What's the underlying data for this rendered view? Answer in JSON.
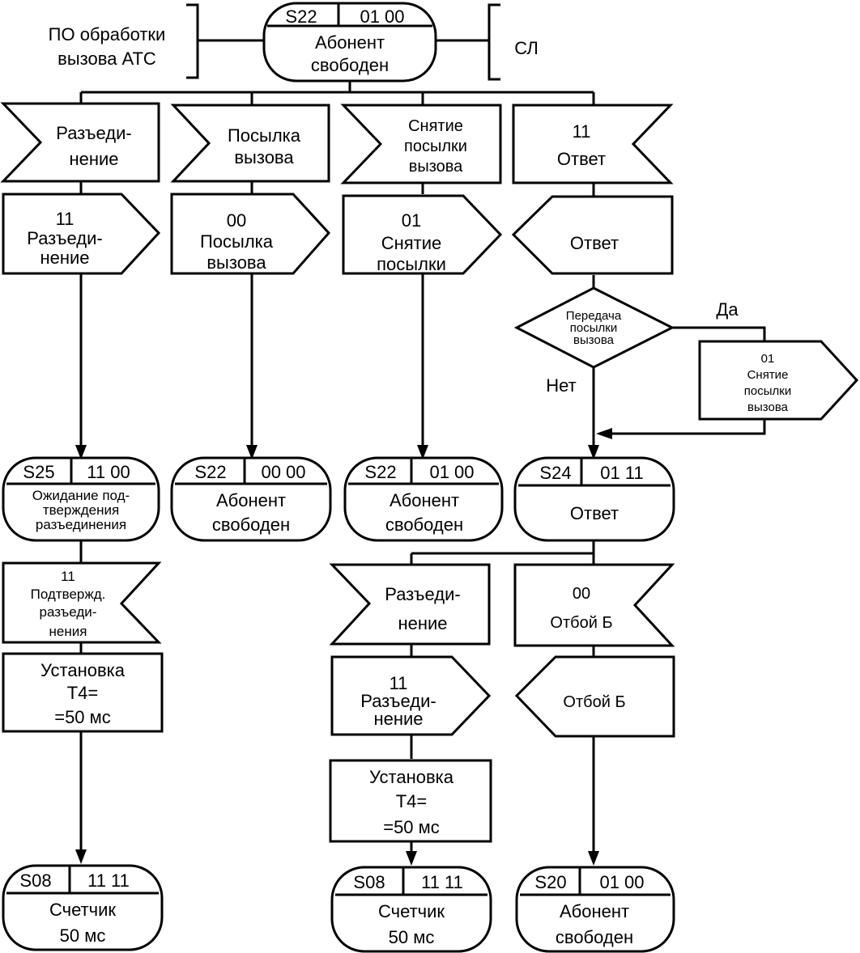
{
  "diagram": {
    "labels": {
      "po": [
        "ПО обработки",
        "вызова АТС"
      ],
      "sl": "СЛ",
      "yes": "Да",
      "no": "Нет"
    },
    "states": {
      "top": {
        "id": "S22",
        "code": "01 00",
        "lines": [
          "Абонент",
          "свободен"
        ]
      },
      "s25": {
        "id": "S25",
        "code": "11 00",
        "lines": [
          "Ожидание под-",
          "тверждения",
          "разъединения"
        ]
      },
      "s22a": {
        "id": "S22",
        "code": "00 00",
        "lines": [
          "Абонент",
          "свободен"
        ]
      },
      "s22b": {
        "id": "S22",
        "code": "01 00",
        "lines": [
          "Абонент",
          "свободен"
        ]
      },
      "s24": {
        "id": "S24",
        "code": "01 11",
        "lines": [
          "Ответ"
        ]
      },
      "s08a": {
        "id": "S08",
        "code": "11 11",
        "lines": [
          "Счетчик",
          "50 мс"
        ]
      },
      "s08b": {
        "id": "S08",
        "code": "11 11",
        "lines": [
          "Счетчик",
          "50 мс"
        ]
      },
      "s20": {
        "id": "S20",
        "code": "01 00",
        "lines": [
          "Абонент",
          "свободен"
        ]
      }
    },
    "inputs": {
      "in1": [
        "Разъеди-",
        "нение"
      ],
      "in2": [
        "Посылка",
        "вызова"
      ],
      "in3": [
        "Снятие",
        "посылки",
        "вызова"
      ],
      "in4": [
        "11",
        "Ответ"
      ],
      "in5": [
        "11",
        "Подтвержд.",
        "разъеди-",
        "нения"
      ],
      "in6": [
        "Разъеди-",
        "нение"
      ],
      "in7": [
        "00",
        "Отбой Б"
      ]
    },
    "outputs": {
      "out1": [
        "11",
        "Разъеди-",
        "нение"
      ],
      "out2": [
        "00",
        "Посылка",
        "вызова"
      ],
      "out3": [
        "01",
        "Снятие",
        "посылки"
      ],
      "out4": [
        "Ответ"
      ],
      "out5": [
        "01",
        "Снятие",
        "посылки",
        "вызова"
      ],
      "out6": [
        "11",
        "Разъеди-",
        "нение"
      ],
      "out7": [
        "Отбой Б"
      ]
    },
    "tasks": {
      "task1": [
        "Установка",
        "T4=",
        "=50 мс"
      ],
      "task2": [
        "Установка",
        "T4=",
        "=50 мс"
      ]
    },
    "decision": {
      "lines": [
        "Передача",
        "посылки",
        "вызова"
      ]
    }
  }
}
